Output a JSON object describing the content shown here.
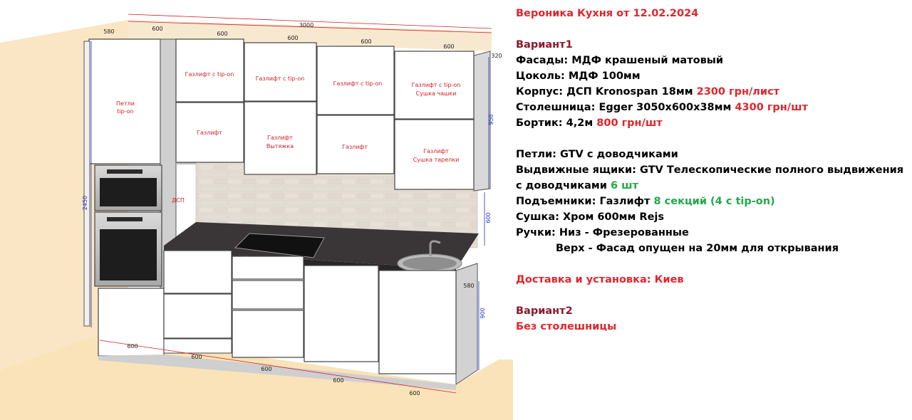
{
  "header": {
    "title": "Вероника Кухня от 12.02.2024"
  },
  "variant1": {
    "title": "Вариант1",
    "facades_label": "Фасады:",
    "facades_value": "МДФ крашеный матовый",
    "plinth_label": "Цоколь:",
    "plinth_value": "МДФ 100мм",
    "body_label": "Корпус:",
    "body_value": "ДСП Kronospan 18мм",
    "body_price": "2300 грн/лист",
    "top_label": "Столешница:",
    "top_value": "Egger 3050x600x38мм",
    "top_price": "4300 грн/шт",
    "edge_label": "Бортик:",
    "edge_value": "4,2м",
    "edge_price": "800 грн/шт",
    "hinges_label": "Петли:",
    "hinges_value": "GTV с доводчиками",
    "drawers_label": "Выдвижные ящики:",
    "drawers_value": "GTV Телескопические полного выдвижения",
    "drawers_value2": "с доводчиками",
    "drawers_count": "6 шт",
    "lifts_label": "Подъемники:",
    "lifts_value": "Газлифт",
    "lifts_count": "8 секций (4 с tip-on)",
    "dryer_label": "Сушка:",
    "dryer_value": "Хром 600мм Rejs",
    "handles_label": "Ручки:",
    "handles_value": "Низ - Фрезерованные",
    "handles_value2": "Верх - Фасад опущен на 20мм для открывания"
  },
  "delivery": {
    "text": "Доставка и установка: Киев"
  },
  "variant2": {
    "title": "Вариант2",
    "text": "Без столешницы"
  },
  "drawing": {
    "upper_labels": {
      "u1_top": "Газлифт с tip-on",
      "u2_top": "Газлифт с tip-on",
      "u3_top": "Газлифт с tip-on",
      "u4_top_1": "Газлифт с tip-on",
      "u4_top_2": "Сушка чашки",
      "u1_bot": "Газлифт",
      "u2_bot_1": "Газлифт",
      "u2_bot_2": "Вытяжка",
      "u3_bot": "Газлифт",
      "u4_bot_1": "Газлифт",
      "u4_bot_2": "Сушка тарелки"
    },
    "tall_label_1": "Петли",
    "tall_label_2": "tip-on",
    "dsp_label": "ДСП",
    "dims": {
      "total_width": "3000",
      "top_depth": "580",
      "upper_w1": "600",
      "upper_w2": "600",
      "upper_w3": "600",
      "upper_w4": "600",
      "upper_w5": "600",
      "upper_depth": "320",
      "upper_height": "950",
      "height_total": "2450",
      "backsplash": "600",
      "base_depth": "580",
      "base_height": "900",
      "floor_w1": "600",
      "floor_w2": "600",
      "floor_w3": "600",
      "floor_w4": "600",
      "floor_w5": "600"
    }
  }
}
